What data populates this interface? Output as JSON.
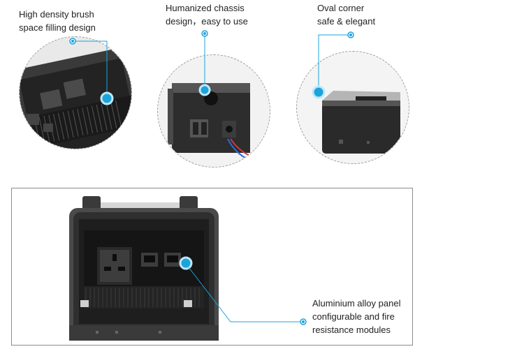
{
  "features": [
    {
      "lines": [
        "High density brush",
        "space filling design"
      ]
    },
    {
      "lines": [
        "Humanized chassis",
        "design，easy to use"
      ]
    },
    {
      "lines": [
        "Oval corner",
        "safe & elegant"
      ]
    }
  ],
  "main_feature": {
    "lines": [
      "Aluminium alloy panel",
      "configurable and fire",
      "resistance modules"
    ]
  },
  "colors": {
    "accent": "#1ca3dc",
    "panel_dark": "#2a2a2a",
    "panel_mid": "#4a4a4a",
    "frame": "#8c8c8c"
  }
}
